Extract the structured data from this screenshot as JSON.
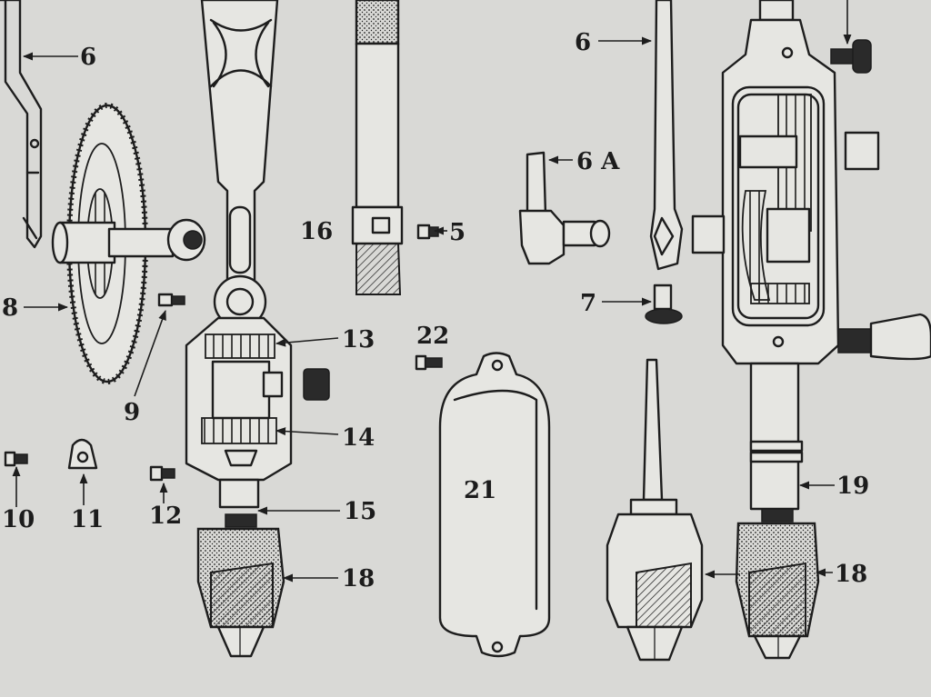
{
  "labels": {
    "l6_left": "6",
    "l6_right": "6",
    "l6a": "6 A",
    "l5": "5",
    "l7": "7",
    "l8": "8",
    "l9": "9",
    "l10": "10",
    "l11": "11",
    "l12": "12",
    "l13": "13",
    "l14": "14",
    "l15": "15",
    "l16": "16",
    "l18_left": "18",
    "l18_right": "18",
    "l19": "19",
    "l21": "21",
    "l22": "22"
  },
  "colors": {
    "paper": "#d9d9d6",
    "ink": "#1d1d1d"
  }
}
